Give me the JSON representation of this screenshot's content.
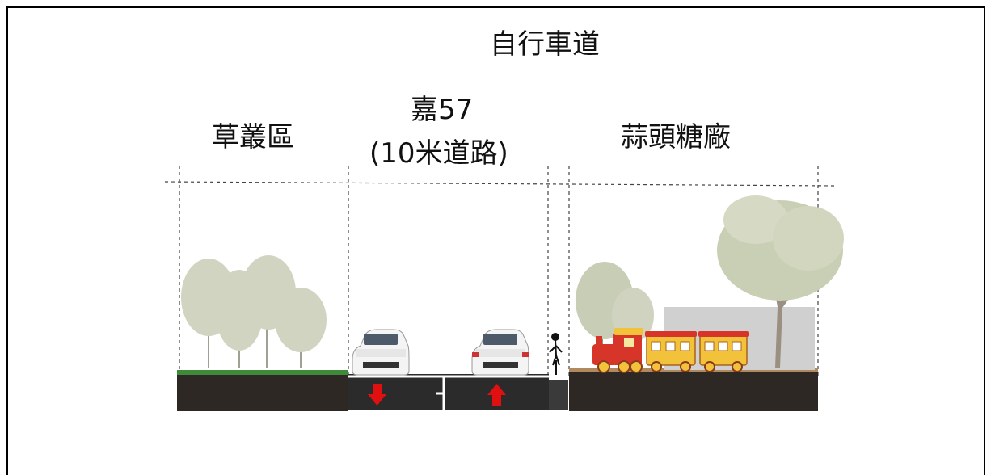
{
  "title": "自行車道",
  "zones": {
    "grass": "草叢區",
    "road_line1": "嘉57",
    "road_line2": "(10米道路)",
    "factory": "蒜頭糖廠"
  },
  "colors": {
    "soil": "#2e2824",
    "road": "#2b2b2b",
    "grass": "#3f8a3a",
    "arrow": "#e01010",
    "train_red": "#d8352a",
    "train_yellow": "#f2c23a",
    "building": "#d0d0d0",
    "tree": "#c7cbb8"
  },
  "icons": {
    "lane_down": "arrow-down-icon",
    "lane_up": "arrow-up-icon",
    "cyclist": "bicycle-icon"
  }
}
